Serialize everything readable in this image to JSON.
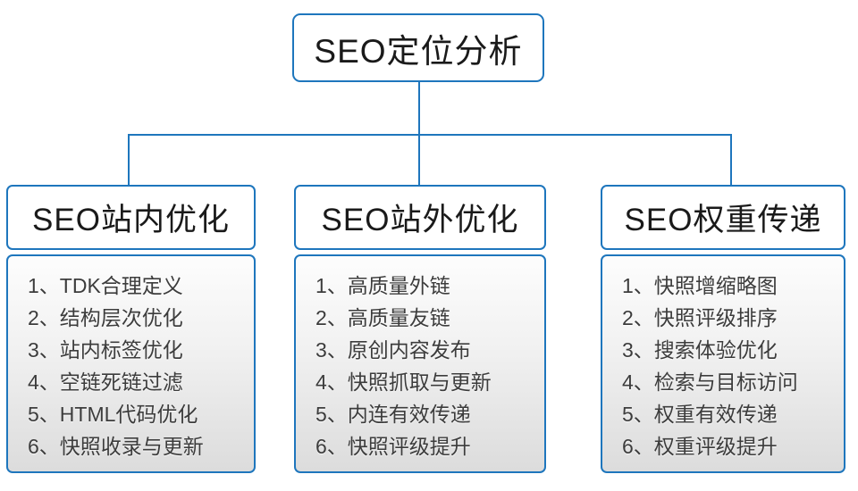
{
  "diagram": {
    "title": "SEO定位分析",
    "columns": [
      {
        "heading": "SEO站内优化",
        "items": [
          "1、TDK合理定义",
          "2、结构层次优化",
          "3、站内标签优化",
          "4、空链死链过滤",
          "5、HTML代码优化",
          "6、快照收录与更新"
        ]
      },
      {
        "heading": "SEO站外优化",
        "items": [
          "1、高质量外链",
          "2、高质量友链",
          "3、原创内容发布",
          "4、快照抓取与更新",
          "5、内连有效传递",
          "6、快照评级提升"
        ]
      },
      {
        "heading": "SEO权重传递",
        "items": [
          "1、快照增缩略图",
          "2、快照评级排序",
          "3、搜索体验优化",
          "4、检索与目标访问",
          "5、权重有效传递",
          "6、权重评级提升"
        ]
      }
    ],
    "colors": {
      "accent": "#1e76bd",
      "background": "#ffffff",
      "heading_text": "#1a1a1a",
      "item_text": "#3c3c3c",
      "list_gradient_top": "#fdfdfd",
      "list_gradient_bottom": "#dcdcdc"
    }
  }
}
